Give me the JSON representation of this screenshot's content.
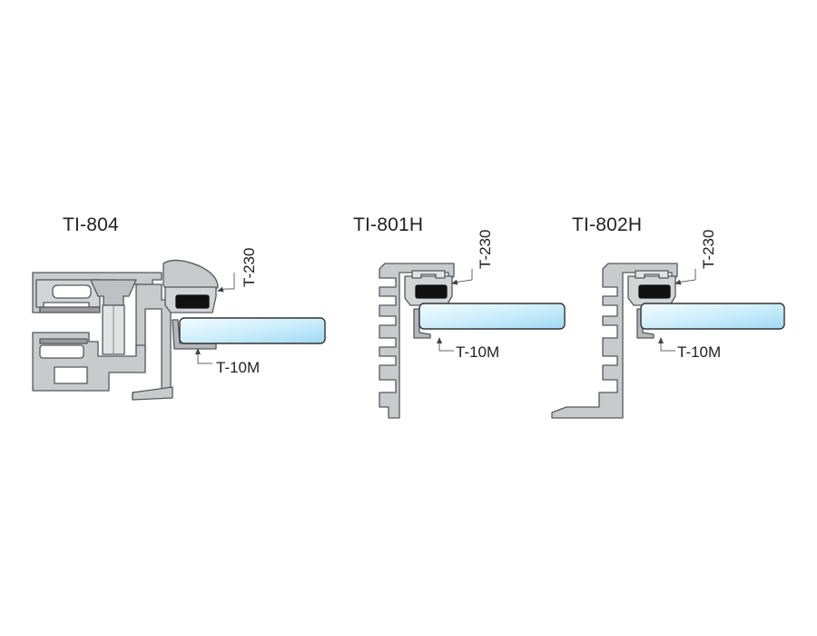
{
  "figures": [
    {
      "title": "TI-804",
      "gasket_label": "T-230",
      "channel_label": "T-10M"
    },
    {
      "title": "TI-801H",
      "gasket_label": "T-230",
      "channel_label": "T-10M"
    },
    {
      "title": "TI-802H",
      "gasket_label": "T-230",
      "channel_label": "T-10M"
    }
  ],
  "colors": {
    "aluminum_fill": "#c9cacc",
    "aluminum_stroke": "#55585c",
    "gasket": "#111111",
    "glass_light": "#eefaff",
    "glass_dark": "#a9ddf5",
    "leader": "#666666"
  }
}
